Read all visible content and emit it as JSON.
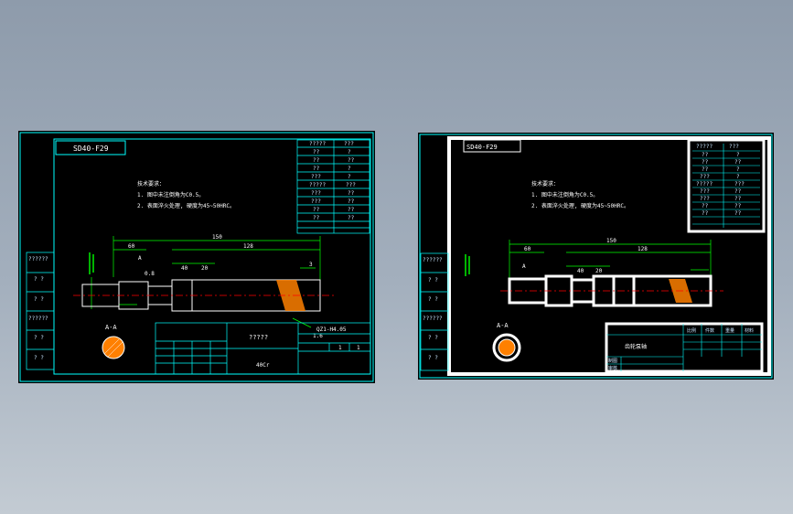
{
  "drawing": {
    "part_number": "SD40-F29",
    "tech_title": "技术要求：",
    "tech_line1": "1. 图中未注倒角为C0.5。",
    "tech_line2": "2. 表面淬火处理, 硬度为45~50HRC。",
    "section_label": "A-A",
    "dim_overall": "150",
    "dim_main": "128",
    "dim_60": "60",
    "dim_a": "A",
    "dim_08": "0.8",
    "dim_40": "40",
    "dim_20": "20",
    "dim_r": "3",
    "dim_b": "1.6"
  },
  "left_sheet": {
    "title_block": {
      "part_name": "?????",
      "drawing_code": "QZ1-H4.05",
      "material": "40Cr",
      "scale_a": "1",
      "scale_b": "1"
    },
    "side_labels": [
      "??????",
      "? ?",
      "? ?",
      "??????",
      "? ?",
      "? ?"
    ]
  },
  "right_sheet": {
    "title_block": {
      "part_name": "齿轮泵轴",
      "row_labels": [
        "比例",
        "件数",
        "重量",
        "材料"
      ],
      "col_labels": [
        "制图",
        "审核"
      ]
    },
    "side_labels": [
      "??????",
      "? ?",
      "? ?",
      "??????",
      "? ?",
      "? ?"
    ]
  },
  "colors": {
    "frame": "#00ffff",
    "geometry": "#ffffff",
    "dimension": "#00ff00",
    "centerline": "#ff0000",
    "hatch": "#ff8000",
    "sheet_bg": "#000000"
  }
}
